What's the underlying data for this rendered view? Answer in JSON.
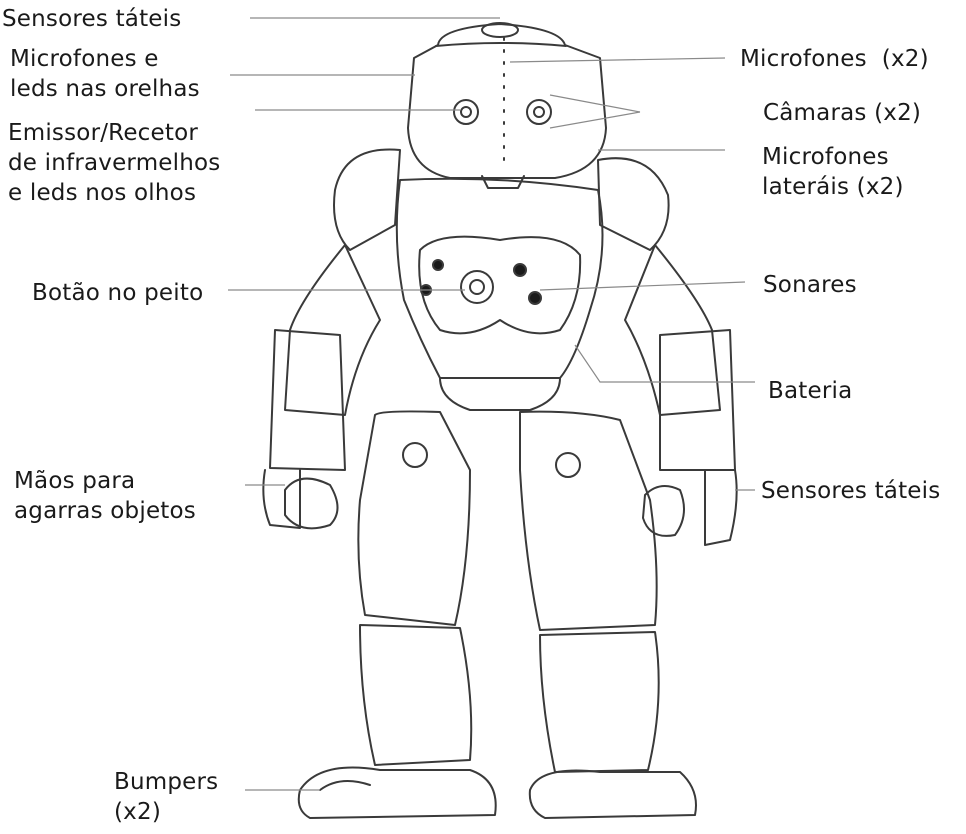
{
  "diagram": {
    "labels": {
      "sensores_tateis_head": "Sensores táteis",
      "microfones_leds_orelhas": "Microfones e\nleds nas orelhas",
      "emissor_infravermelhos": "Emissor/Recetor\nde infravermelhos\ne leds nos olhos",
      "botao_peito": "Botão no peito",
      "maos": "Mãos para\nagarras objetos",
      "bumpers": "Bumpers\n(x2)",
      "microfones_x2": "Microfones  (x2)",
      "camaras_x2": "Câmaras (x2)",
      "microfones_laterais": "Microfones\nlateráis (x2)",
      "sonares": "Sonares",
      "bateria": "Bateria",
      "sensores_tateis_hand": "Sensores táteis"
    },
    "colors": {
      "line": "#8a8a8a",
      "robot_stroke": "#3a3a3a",
      "text": "#1a1a1a"
    }
  }
}
